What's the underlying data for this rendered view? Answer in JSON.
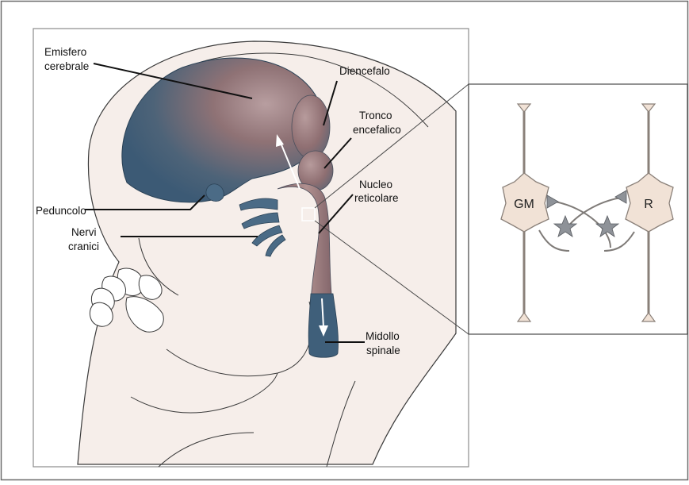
{
  "labels": {
    "emisfero_line1": "Emisfero",
    "emisfero_line2": "cerebrale",
    "diencefalo": "Diencefalo",
    "tronco_line1": "Tronco",
    "tronco_line2": "encefalico",
    "nucleo_line1": "Nucleo",
    "nucleo_line2": "reticolare",
    "peduncolo": "Peduncolo",
    "nervi_line1": "Nervi",
    "nervi_line2": "cranici",
    "midollo_line1": "Midollo",
    "midollo_line2": "spinale"
  },
  "inset": {
    "left_neuron": "GM",
    "right_neuron": "R"
  },
  "colors": {
    "brain_blue": "#3f5f7a",
    "brain_mauve": "#8f6f72",
    "skin": "#f6eeea",
    "neuron_fill": "#f1e2d6",
    "neuron_stroke": "#8a8079",
    "star_fill": "#8e9298"
  }
}
